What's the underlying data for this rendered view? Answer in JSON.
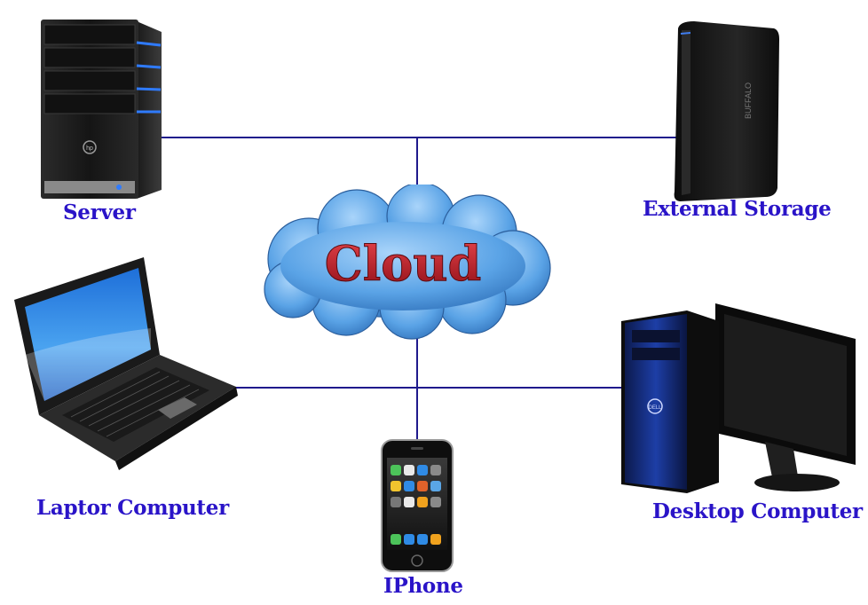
{
  "cloud": {
    "label": "Cloud"
  },
  "nodes": {
    "server": {
      "label": "Server"
    },
    "external_storage": {
      "label": "External Storage",
      "brand": "BUFFALO"
    },
    "laptop": {
      "label": "Laptor Computer"
    },
    "desktop": {
      "label": "Desktop Computer",
      "brand": "DELL"
    },
    "iphone": {
      "label": "IPhone"
    }
  },
  "colors": {
    "label_text": "#2a14c8",
    "connector_line": "#1f1a8c",
    "cloud_fill": "#5aa3e6",
    "cloud_text": "#c0202a"
  }
}
